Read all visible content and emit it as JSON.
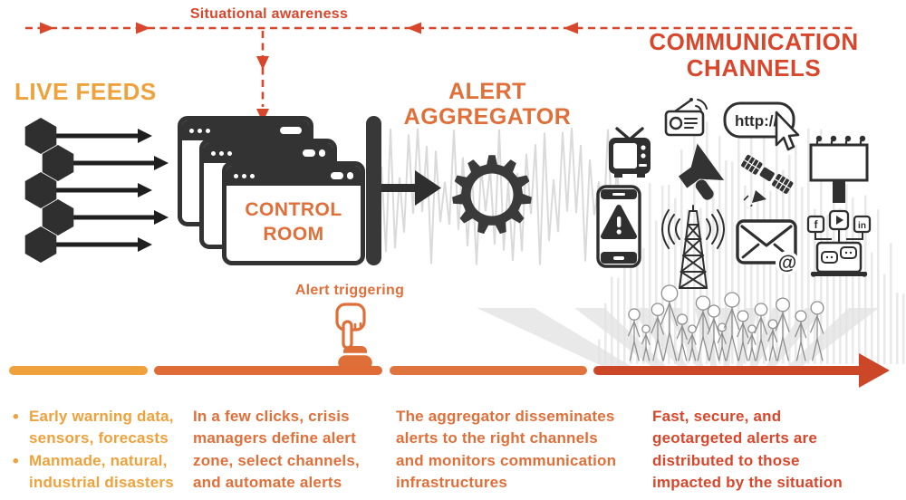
{
  "labels": {
    "situational_awareness": "Situational awareness",
    "live_feeds": "LIVE FEEDS",
    "control_room": "CONTROL ROOM",
    "alert_aggregator": "ALERT AGGREGATOR",
    "communication_channels": "COMMUNICATION CHANNELS",
    "alert_triggering": "Alert triggering"
  },
  "icon_texts": {
    "web_url": "http://",
    "facebook": "f",
    "linkedin": "in",
    "email_at": "@"
  },
  "columns": {
    "live_feeds_bullet_1": "Early warning data, sensors, forecasts",
    "live_feeds_bullet_2": "Manmade, natural, industrial disasters",
    "control_room_text": "In a few clicks, crisis managers define alert zone, select channels, and automate alerts",
    "aggregator_text": "The aggregator disseminates alerts to the right channels and monitors communication infrastructures",
    "channels_text": "Fast, secure, and geotargeted alerts are distributed to those impacted by the situation"
  },
  "icons": [
    "radio-icon",
    "web-icon",
    "tv-icon",
    "megaphone-icon",
    "satellite-icon",
    "billboard-icon",
    "phone-alert-icon",
    "radio-tower-icon",
    "email-icon",
    "social-media-icon",
    "gear-icon",
    "pointing-hand-icon",
    "hexagon-feed-icons",
    "crowd-illustration"
  ],
  "colors": {
    "amber": "#EFA13C",
    "orange": "#E06F39",
    "red": "#D8472B",
    "timeline_end": "#CB4727",
    "dark_icon": "#333333",
    "decoration_gray": "#e9e9e9"
  }
}
